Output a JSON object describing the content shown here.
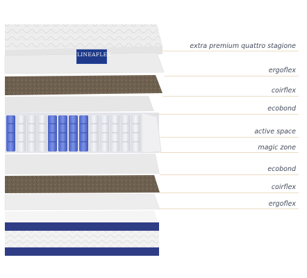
{
  "brand": {
    "logo_text": "LINEAFLEX",
    "colors": {
      "navy": "#2f3d86",
      "coir": "#6d5f4e",
      "foam": "#ececec",
      "leader": "#ecdcc4"
    }
  },
  "layers": [
    {
      "id": "extra-premium-quattro-stagione",
      "label": "extra premium quattro stagione"
    },
    {
      "id": "ergoflex-top",
      "label": "ergoflex"
    },
    {
      "id": "coirflex-top",
      "label": "coirflex"
    },
    {
      "id": "ecobond-top",
      "label": "ecobond"
    },
    {
      "id": "active-space",
      "label": "active space"
    },
    {
      "id": "magic-zone",
      "label": "magic zone"
    },
    {
      "id": "ecobond-bottom",
      "label": "ecobond"
    },
    {
      "id": "coirflex-bottom",
      "label": "coirflex"
    },
    {
      "id": "ergoflex-bottom",
      "label": "ergoflex"
    }
  ]
}
